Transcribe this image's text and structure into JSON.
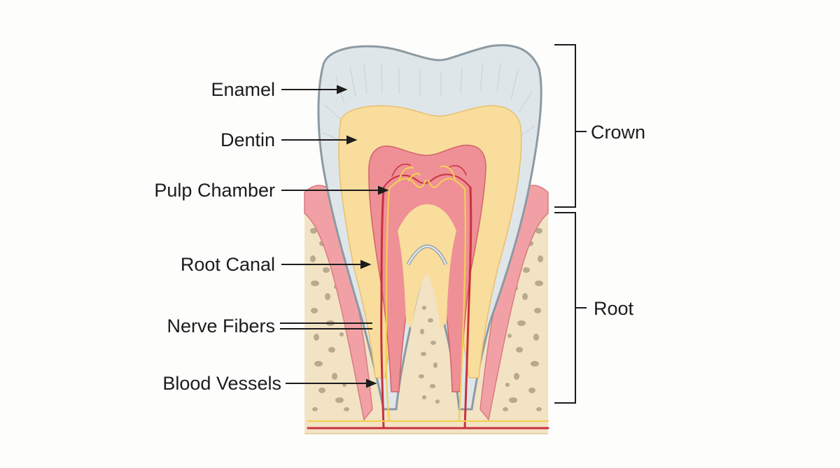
{
  "labels": {
    "enamel": "Enamel",
    "dentin": "Dentin",
    "pulp_chamber": "Pulp Chamber",
    "root_canal": "Root Canal",
    "nerve_fibers": "Nerve Fibers",
    "blood_vessels": "Blood Vessels"
  },
  "regions": {
    "crown": "Crown",
    "root": "Root"
  },
  "colors": {
    "background": "#fdfdfc",
    "enamel": "#dfe6e9",
    "enamel_outline": "#8c9aa2",
    "dentin": "#f9dd9c",
    "pulp": "#ef8f96",
    "gum": "#f1a1a5",
    "bone": "#f2e3c4",
    "bone_pores": "#b9a98e",
    "nerve": "#f2cf54",
    "vessel": "#c8323e",
    "text": "#1c1c1c"
  }
}
